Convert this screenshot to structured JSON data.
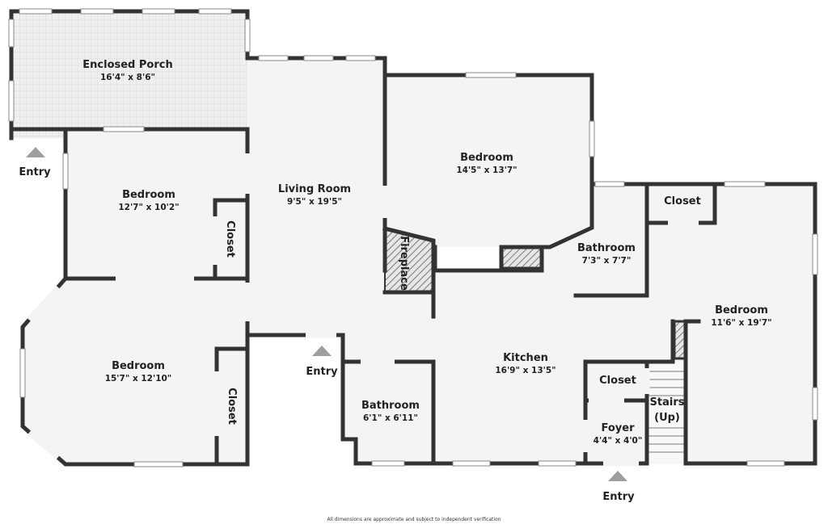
{
  "rooms": {
    "enclosed_porch": {
      "name": "Enclosed Porch",
      "dims": "16'4\" x 8'6\""
    },
    "living_room": {
      "name": "Living Room",
      "dims": "9'5\" x 19'5\""
    },
    "bedroom_top_center": {
      "name": "Bedroom",
      "dims": "14'5\" x 13'7\""
    },
    "bedroom_left_upper": {
      "name": "Bedroom",
      "dims": "12'7\" x 10'2\""
    },
    "bedroom_left_lower": {
      "name": "Bedroom",
      "dims": "15'7\" x 12'10\""
    },
    "bedroom_right": {
      "name": "Bedroom",
      "dims": "11'6\" x 19'7\""
    },
    "bathroom_upper": {
      "name": "Bathroom",
      "dims": "7'3\" x 7'7\""
    },
    "bathroom_lower": {
      "name": "Bathroom",
      "dims": "6'1\" x 6'11\""
    },
    "kitchen": {
      "name": "Kitchen",
      "dims": "16'9\" x 13'5\""
    },
    "foyer": {
      "name": "Foyer",
      "dims": "4'4\" x 4'0\""
    }
  },
  "labels": {
    "closet": "Closet",
    "fireplace": "Fireplace",
    "stairs_line1": "Stairs",
    "stairs_line2": "(Up)",
    "entry": "Entry"
  },
  "disclaimer": "All dimensions are approximate and subject to independent verification",
  "colors": {
    "wall": "#333333",
    "floor": "#f4f4f4",
    "porch_floor": "#eeeeee",
    "entry_marker": "#9e9e9e"
  },
  "icons": [
    "entry-arrow-icon",
    "fireplace-hatch",
    "stairs-steps"
  ]
}
